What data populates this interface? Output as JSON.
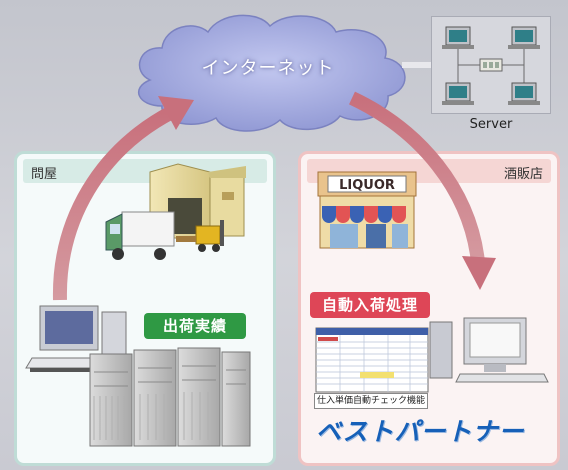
{
  "cloud": {
    "label": "インターネット"
  },
  "server": {
    "label": "Server"
  },
  "wholesaler": {
    "title": "問屋",
    "badge": "出荷実績"
  },
  "retailer": {
    "title": "酒販店",
    "store_sign": "LIQUOR",
    "badge": "自動入荷処理",
    "check_label": "仕入単価自動チェック機能",
    "brand": "ベストパートナー"
  },
  "colors": {
    "arrow": "#c98087",
    "cloud": "#a7aedf",
    "green_badge": "#2f9944",
    "red_badge": "#de4657",
    "brand": "#1660b8"
  }
}
